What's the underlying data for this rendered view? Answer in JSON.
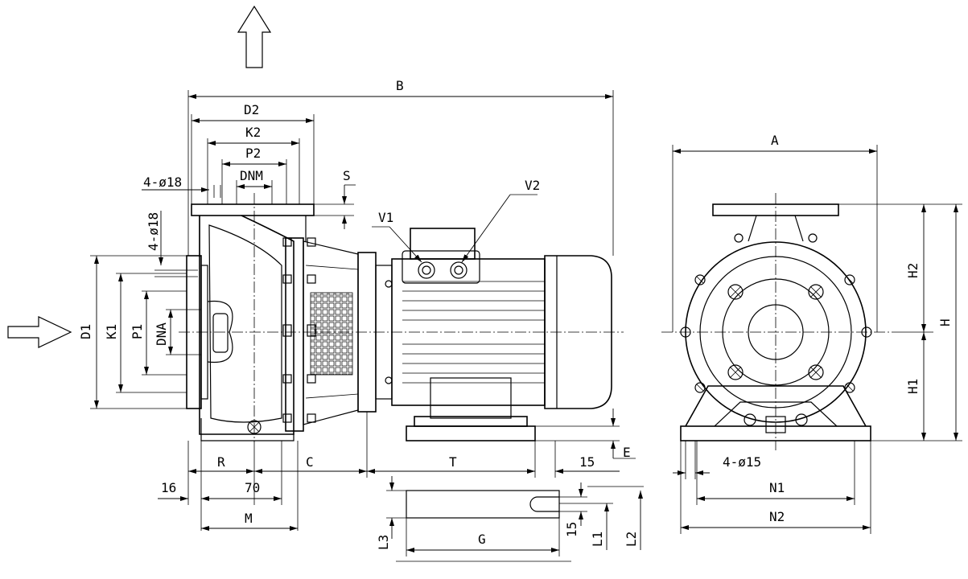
{
  "labels": {
    "A": "A",
    "B": "B",
    "C": "C",
    "D1": "D1",
    "D2": "D2",
    "DNA": "DNA",
    "DNM": "DNM",
    "E": "E",
    "G": "G",
    "H": "H",
    "H1": "H1",
    "H2": "H2",
    "K1": "K1",
    "K2": "K2",
    "L1": "L1",
    "L2": "L2",
    "L3": "L3",
    "M": "M",
    "N1": "N1",
    "N2": "N2",
    "P1": "P1",
    "P2": "P2",
    "R": "R",
    "S": "S",
    "T": "T",
    "V1": "V1",
    "V2": "V2",
    "hole_top": "4-ø18",
    "hole_side": "4-ø18",
    "hole_base": "4-ø15",
    "d16": "16",
    "d70": "70",
    "d15a": "15",
    "d15b": "15"
  }
}
